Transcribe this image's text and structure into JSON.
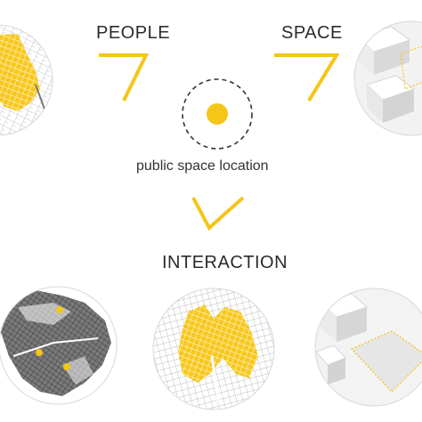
{
  "labels": {
    "people": "PEOPLE",
    "space": "SPACE",
    "center": "public space location",
    "interaction": "INTERACTION"
  },
  "colors": {
    "accent": "#f5c518",
    "text": "#2b2b2b",
    "map_line": "#9a9a9a",
    "map_dense": "#5a5a5a",
    "model_white": "#f4f4f4",
    "model_shadow": "#c9c9c9"
  },
  "icons": {
    "center": "dashed-circle-with-dot-icon",
    "arrow_people": "chevron-arrow-icon",
    "arrow_space": "chevron-arrow-icon",
    "arrow_interaction": "chevron-down-icon"
  }
}
